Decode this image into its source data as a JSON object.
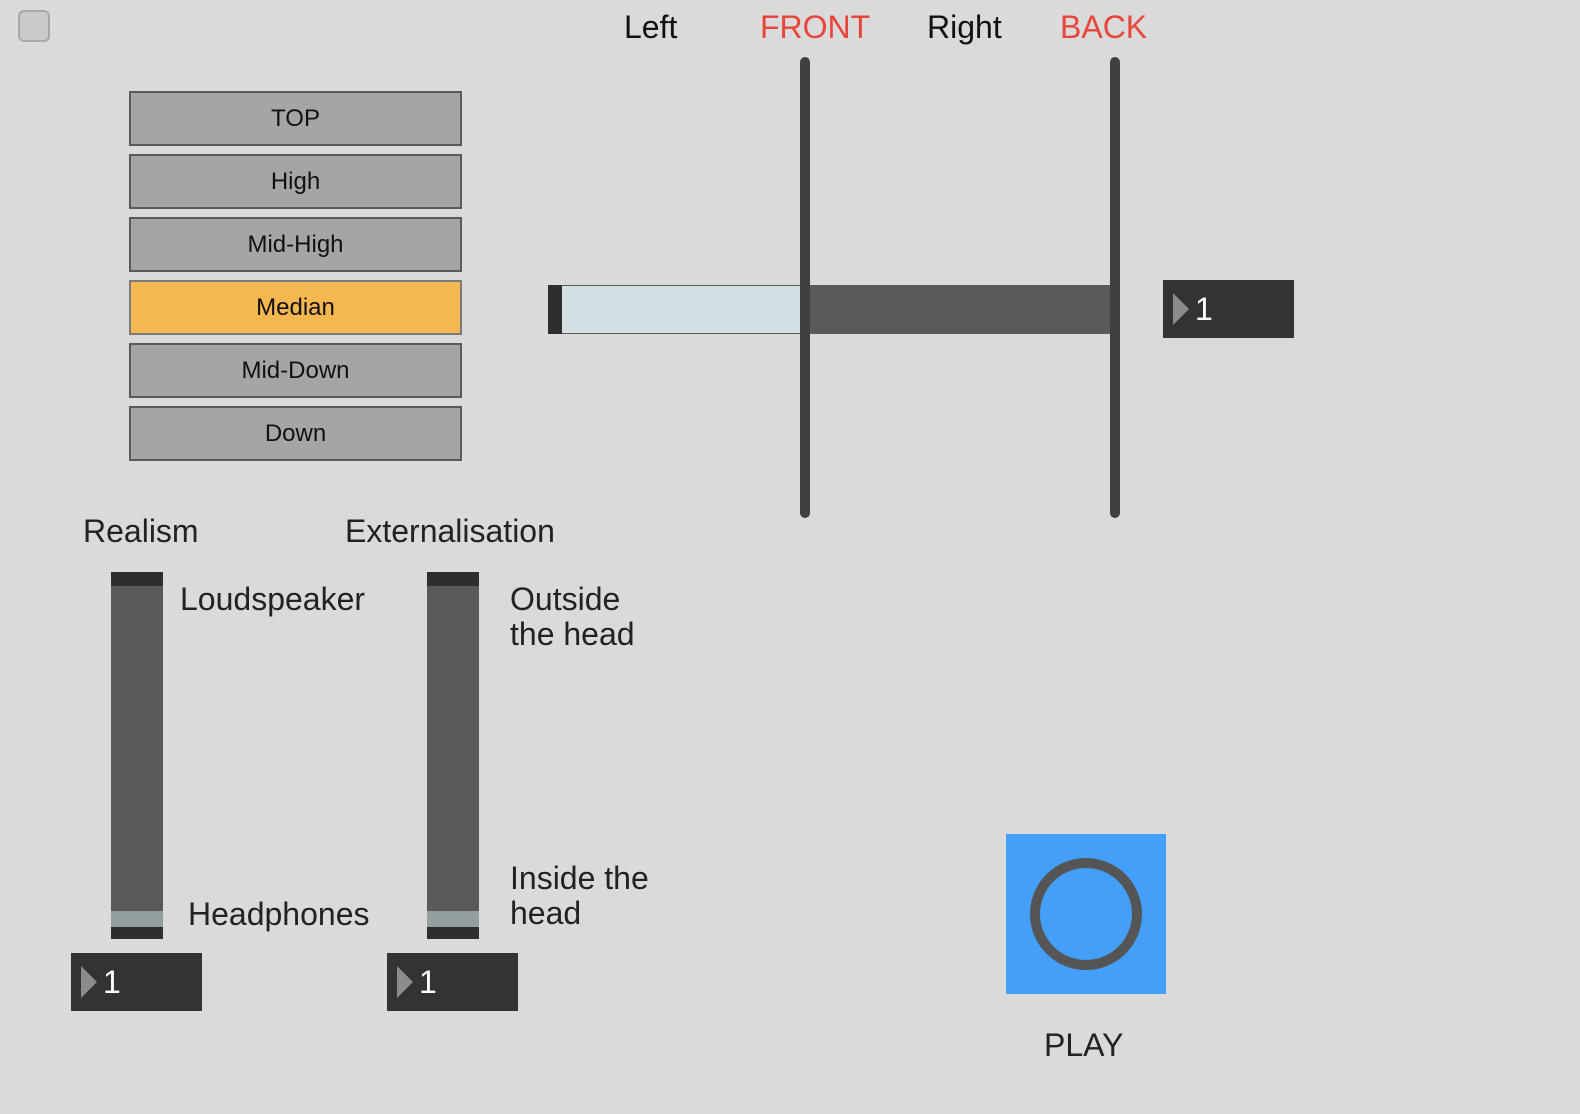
{
  "directions": {
    "left": "Left",
    "front": "FRONT",
    "right": "Right",
    "back": "BACK"
  },
  "colors": {
    "background": "#dadada",
    "accent_red": "#e8463a",
    "selected": "#f5b851",
    "button": "#a5a5a5",
    "play": "#449ff8",
    "numbox": "#333333"
  },
  "elevation": {
    "items": [
      "TOP",
      "High",
      "Mid-High",
      "Median",
      "Mid-Down",
      "Down"
    ],
    "selected": "Median"
  },
  "azimuth": {
    "value": "1",
    "fill_fraction": 0.44
  },
  "realism": {
    "title": "Realism",
    "top_label": "Loudspeaker",
    "bottom_label": "Headphones",
    "value": "1",
    "level_fraction": 0.0
  },
  "externalisation": {
    "title": "Externalisation",
    "top_label": "Outside\nthe head",
    "bottom_label": "Inside the\nhead",
    "value": "1",
    "level_fraction": 0.0
  },
  "play": {
    "label": "PLAY",
    "icon": "circle-ring-icon"
  }
}
